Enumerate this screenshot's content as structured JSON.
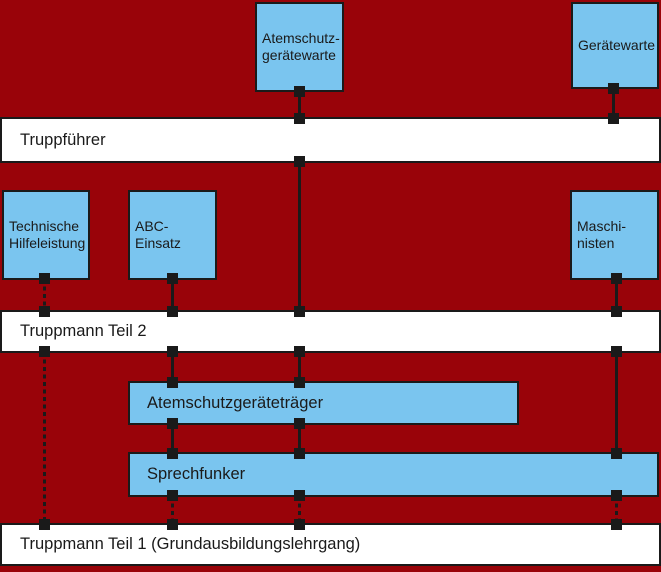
{
  "colors": {
    "background": "#990309",
    "box-fill": "#7AC5EF",
    "bar-fill": "#FFFFFF",
    "line": "#1A1A1A",
    "text": "#1A1A1A"
  },
  "boxes": {
    "atemschutzgeraetewarte": {
      "line1": "Atemschutz-",
      "line2": "gerätewarte"
    },
    "geraetewarte": {
      "label": "Gerätewarte"
    },
    "technische_hilfeleistung": {
      "line1": "Technische",
      "line2": "Hilfeleistung"
    },
    "abc_einsatz": {
      "line1": "ABC-",
      "line2": "Einsatz"
    },
    "maschinisten": {
      "line1": "Maschi-",
      "line2": "nisten"
    }
  },
  "bars": {
    "truppfuehrer": {
      "label": "Truppführer"
    },
    "truppmann_teil_2": {
      "label": "Truppmann Teil 2"
    },
    "atemschutzgeraetetraeger": {
      "label": "Atemschutzgeräteträger"
    },
    "sprechfunker": {
      "label": "Sprechfunker"
    },
    "truppmann_teil_1": {
      "label": "Truppmann Teil 1 (Grundausbildungslehrgang)"
    }
  },
  "connections": [
    {
      "from": "Atemschutzgerätewarte",
      "to": "Truppführer",
      "style": "solid"
    },
    {
      "from": "Gerätewarte",
      "to": "Truppführer",
      "style": "solid"
    },
    {
      "from": "Truppführer",
      "to": "Truppmann Teil 2",
      "style": "solid"
    },
    {
      "from": "Technische Hilfeleistung",
      "to": "Truppmann Teil 2",
      "style": "dashed"
    },
    {
      "from": "ABC-Einsatz",
      "to": "Truppmann Teil 2",
      "style": "solid"
    },
    {
      "from": "Maschinisten",
      "to": "Truppmann Teil 2",
      "style": "solid"
    },
    {
      "from": "Truppmann Teil 2",
      "to": "Atemschutzgeräteträger",
      "style": "solid"
    },
    {
      "from": "Truppmann Teil 2",
      "to": "Sprechfunker",
      "style": "solid"
    },
    {
      "from": "Truppmann Teil 2",
      "to": "Truppmann Teil 1",
      "style": "dashed"
    },
    {
      "from": "Atemschutzgeräteträger",
      "to": "Sprechfunker",
      "style": "solid"
    },
    {
      "from": "Sprechfunker",
      "to": "Truppmann Teil 1",
      "style": "dashed"
    }
  ]
}
